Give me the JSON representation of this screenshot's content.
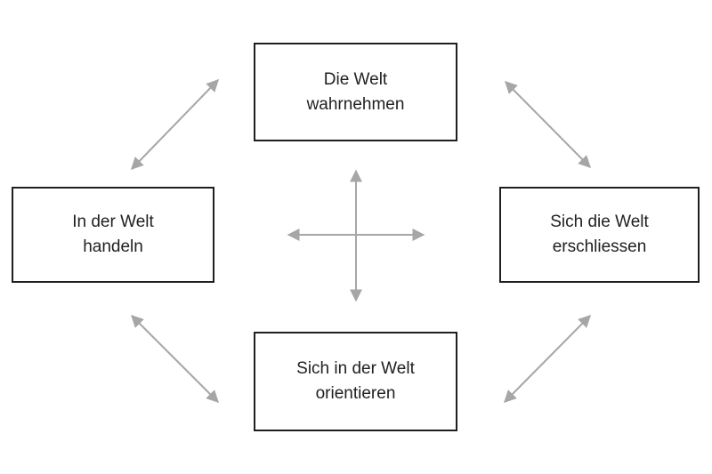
{
  "diagram": {
    "boxes": {
      "top": {
        "line1": "Die Welt",
        "line2": "wahrnehmen"
      },
      "left": {
        "line1": "In der Welt",
        "line2": "handeln"
      },
      "right": {
        "line1": "Sich die Welt",
        "line2": "erschliessen"
      },
      "bottom": {
        "line1": "Sich in der Welt",
        "line2": "orientieren"
      }
    },
    "connections": [
      {
        "from": "top",
        "to": "left",
        "style": "double-headed-arrow"
      },
      {
        "from": "top",
        "to": "right",
        "style": "double-headed-arrow"
      },
      {
        "from": "bottom",
        "to": "left",
        "style": "double-headed-arrow"
      },
      {
        "from": "bottom",
        "to": "right",
        "style": "double-headed-arrow"
      },
      {
        "from": "center",
        "to": "center",
        "style": "cross-of-two-double-headed-arrows"
      }
    ]
  },
  "colors": {
    "background": "#ffffff",
    "box-border": "#1f1f1f",
    "box-fill": "#ffffff",
    "text": "#212121",
    "arrow": "#a6a6a6"
  }
}
